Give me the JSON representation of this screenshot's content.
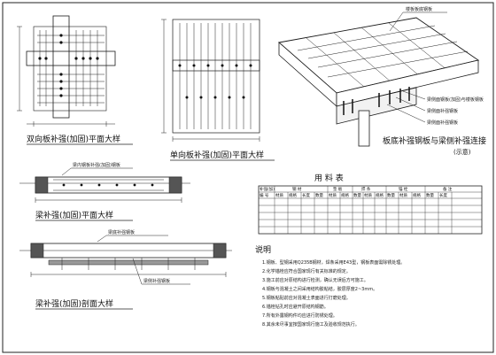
{
  "drawing": {
    "detail_two_way": {
      "title": "双向板补强(加固)平面大样"
    },
    "detail_one_way": {
      "title": "单向板补强(加固)平面大样"
    },
    "detail_iso": {
      "title": "板底补强钢板与梁侧补强连接",
      "subtitle": "(示意)",
      "callout_top": "楼板板底钢板",
      "callout_1": "梁侧面钢板(加固)与楼板钢板",
      "callout_2": "梁侧面补强钢板",
      "callout_3": "梁侧面补强钢板"
    },
    "detail_beam_plan": {
      "title": "梁补强(加固)平面大样",
      "callout": "梁内钢板补强(加固)钢板"
    },
    "detail_beam_section": {
      "title": "梁补强(加固)剖面大样",
      "callout_top": "梁底补强钢板",
      "callout_mid": "梁侧补强钢板"
    },
    "material_table": {
      "title": "用 料 表",
      "header_row1": [
        "补强(加)",
        "钢 材",
        "垫 板",
        "焊 条",
        "锚 栓",
        "备 注"
      ],
      "header_row2": [
        "编 号",
        "材质",
        "规格",
        "长度",
        "数量",
        "材质",
        "规格",
        "数量",
        "材质",
        "规格",
        "数量",
        "材质",
        "规格",
        "数量",
        "长度"
      ],
      "row_count": 5
    },
    "notes": {
      "title": "说明",
      "items": [
        "1.钢板、型钢采用Q235B钢材，焊条采用E43型，钢板表面需除锈处理。",
        "2.化学锚栓应符合国家现行有关标准的规定。",
        "3.施工前应对原结构进行检测，确认无误后方可施工。",
        "4.钢板与混凝土之间采用结构胶粘结，胶层厚度2~3mm。",
        "5.钢板粘贴前应对混凝土表面进行打磨处理。",
        "6.锚栓钻孔时应避开原结构钢筋。",
        "7.所有外露钢构件均应进行防锈处理。",
        "8.其余未尽事宜按国家现行施工及验收规范执行。"
      ]
    }
  }
}
